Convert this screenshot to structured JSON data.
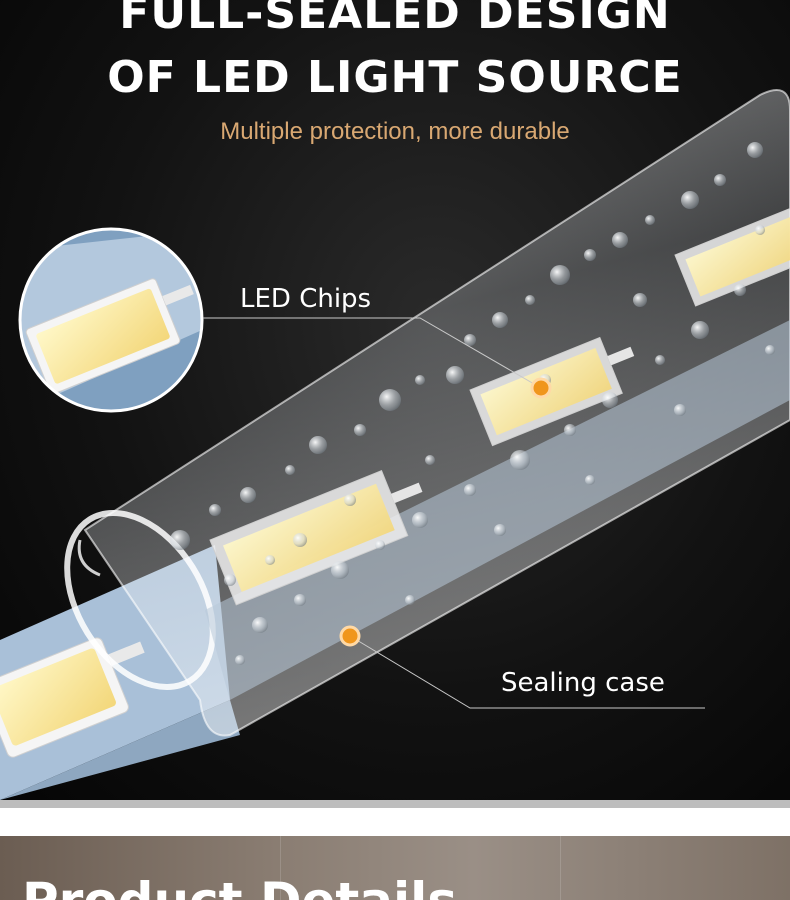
{
  "hero": {
    "title_line_1": "FULL-SEALED DESIGN",
    "title_line_2": "OF LED LIGHT SOURCE",
    "subtitle": "Multiple protection, more durable",
    "callouts": {
      "led_chips": "LED Chips",
      "sealing_case": "Sealing case"
    },
    "accent_color": "#d9a872",
    "marker_color": "#f0961c"
  },
  "product_details": {
    "title": "Product Details"
  }
}
